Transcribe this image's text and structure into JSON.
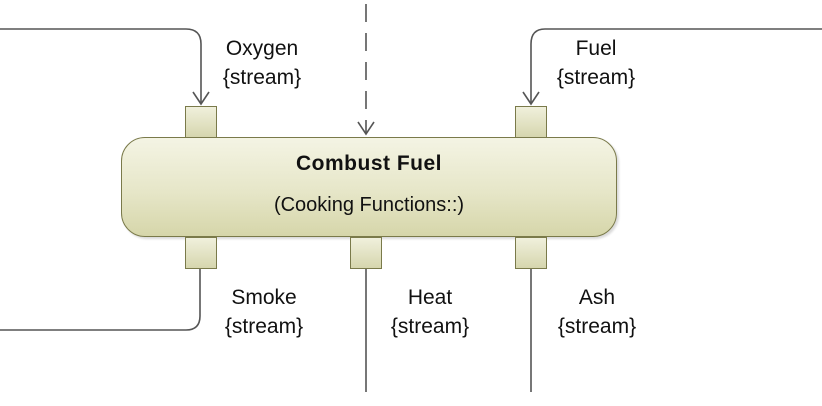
{
  "action": {
    "name": "Combust Fuel",
    "owner": "(Cooking Functions::)"
  },
  "pins": {
    "oxygen": {
      "name": "Oxygen",
      "type": "{stream}"
    },
    "fuel": {
      "name": "Fuel",
      "type": "{stream}"
    },
    "smoke": {
      "name": "Smoke",
      "type": "{stream}"
    },
    "heat": {
      "name": "Heat",
      "type": "{stream}"
    },
    "ash": {
      "name": "Ash",
      "type": "{stream}"
    }
  },
  "colors": {
    "action_fill": "#e6e6c8",
    "border": "#7a7a4a",
    "line": "#555555"
  }
}
